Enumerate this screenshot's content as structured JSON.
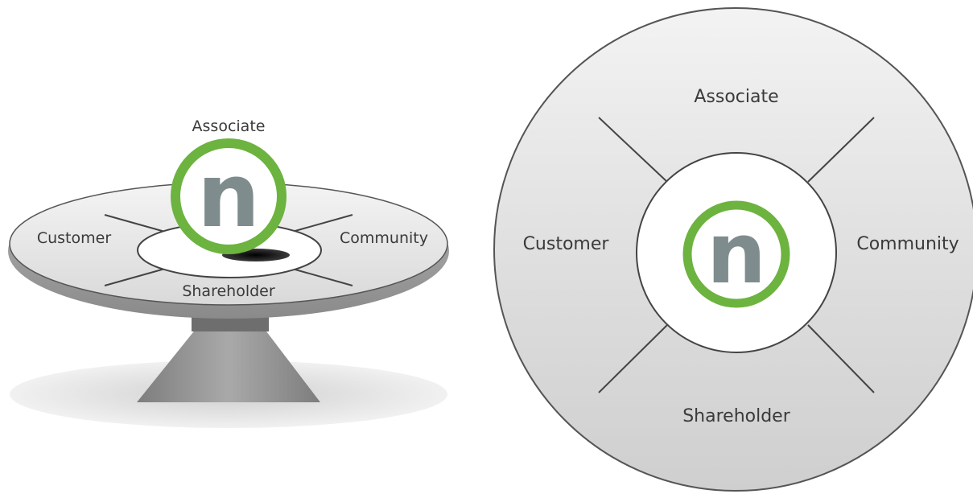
{
  "left_diagram": {
    "labels": {
      "top": "Associate",
      "left": "Customer",
      "right": "Community",
      "bottom": "Shareholder"
    }
  },
  "right_diagram": {
    "labels": {
      "top": "Associate",
      "left": "Customer",
      "right": "Community",
      "bottom": "Shareholder"
    }
  },
  "logo": {
    "letter": "n",
    "ring_color": "#6db33f",
    "letter_color": "#7f8c8d"
  }
}
